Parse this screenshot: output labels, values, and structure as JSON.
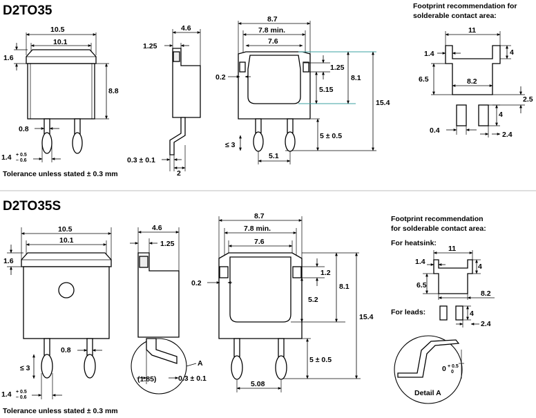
{
  "sections": [
    {
      "title": "D2TO35",
      "footprint_title_1": "Footprint recommendation for",
      "footprint_title_2": "solderable contact area:",
      "tolerance": "Tolerance unless stated ± 0.3 mm",
      "front": {
        "width_outer": "10.5",
        "width_inner": "10.1",
        "step": "1.6",
        "height": "8.8",
        "lead_gap": "0.8",
        "lead_width": "1.4",
        "lead_tol_plus": "+ 0.5",
        "lead_tol_minus": "– 0.6"
      },
      "side": {
        "depth": "4.6",
        "tab": "1.25",
        "thickness": "0.3 ± 0.1",
        "lead_offset": "2"
      },
      "top": {
        "width_outer": "8.7",
        "width_mid": "7.8 min.",
        "width_inner": "7.6",
        "slot": "0.2",
        "notch": "1.25",
        "height_a": "8.1",
        "height_b": "5.15",
        "height_total": "15.4",
        "lead_len": "5 ± 0.5",
        "lead_max": "≤ 3",
        "pitch": "5.1"
      },
      "footprint": {
        "width": "11",
        "tab_width": "1.4",
        "tab_height": "4",
        "pad_height": "6.5",
        "pad_width": "8.2",
        "gap": "2.5",
        "lead_pad_h": "4",
        "lead_pad_w": "0.4",
        "lead_pad_gap": "2.4"
      }
    },
    {
      "title": "D2TO35S",
      "footprint_title_1": "Footprint recommendation",
      "footprint_title_2": "for solderable contact area:",
      "heatsink_label": "For heatsink:",
      "leads_label": "For leads:",
      "detail_label": "Detail A",
      "detail_marker": "A",
      "tolerance": "Tolerance unless stated ± 0.3 mm",
      "front": {
        "width_outer": "10.5",
        "width_inner": "10.1",
        "step": "1.6",
        "lead_gap": "0.8",
        "lead_max": "≤ 3",
        "lead_width": "1.4",
        "lead_tol_plus": "+ 0.5",
        "lead_tol_minus": "– 0.6"
      },
      "side": {
        "depth": "4.6",
        "tab": "1.25",
        "thickness": "0.3 ± 0.1",
        "ref": "(1.85)"
      },
      "top": {
        "width_outer": "8.7",
        "width_mid": "7.8 min.",
        "width_inner": "7.6",
        "slot": "0.2",
        "notch": "1.2",
        "height_a": "8.1",
        "height_b": "5.2",
        "height_total": "15.4",
        "lead_len": "5 ± 0.5",
        "pitch": "5.08"
      },
      "footprint": {
        "width": "11",
        "tab_width": "1.4",
        "tab_height": "4",
        "pad_height": "6.5",
        "pad_width": "8.2",
        "lead_pad_h": "4",
        "lead_pad_gap": "2.4"
      },
      "detail": {
        "angle": "0",
        "tol_plus": "+ 0.5",
        "tol_minus": "0"
      }
    }
  ]
}
